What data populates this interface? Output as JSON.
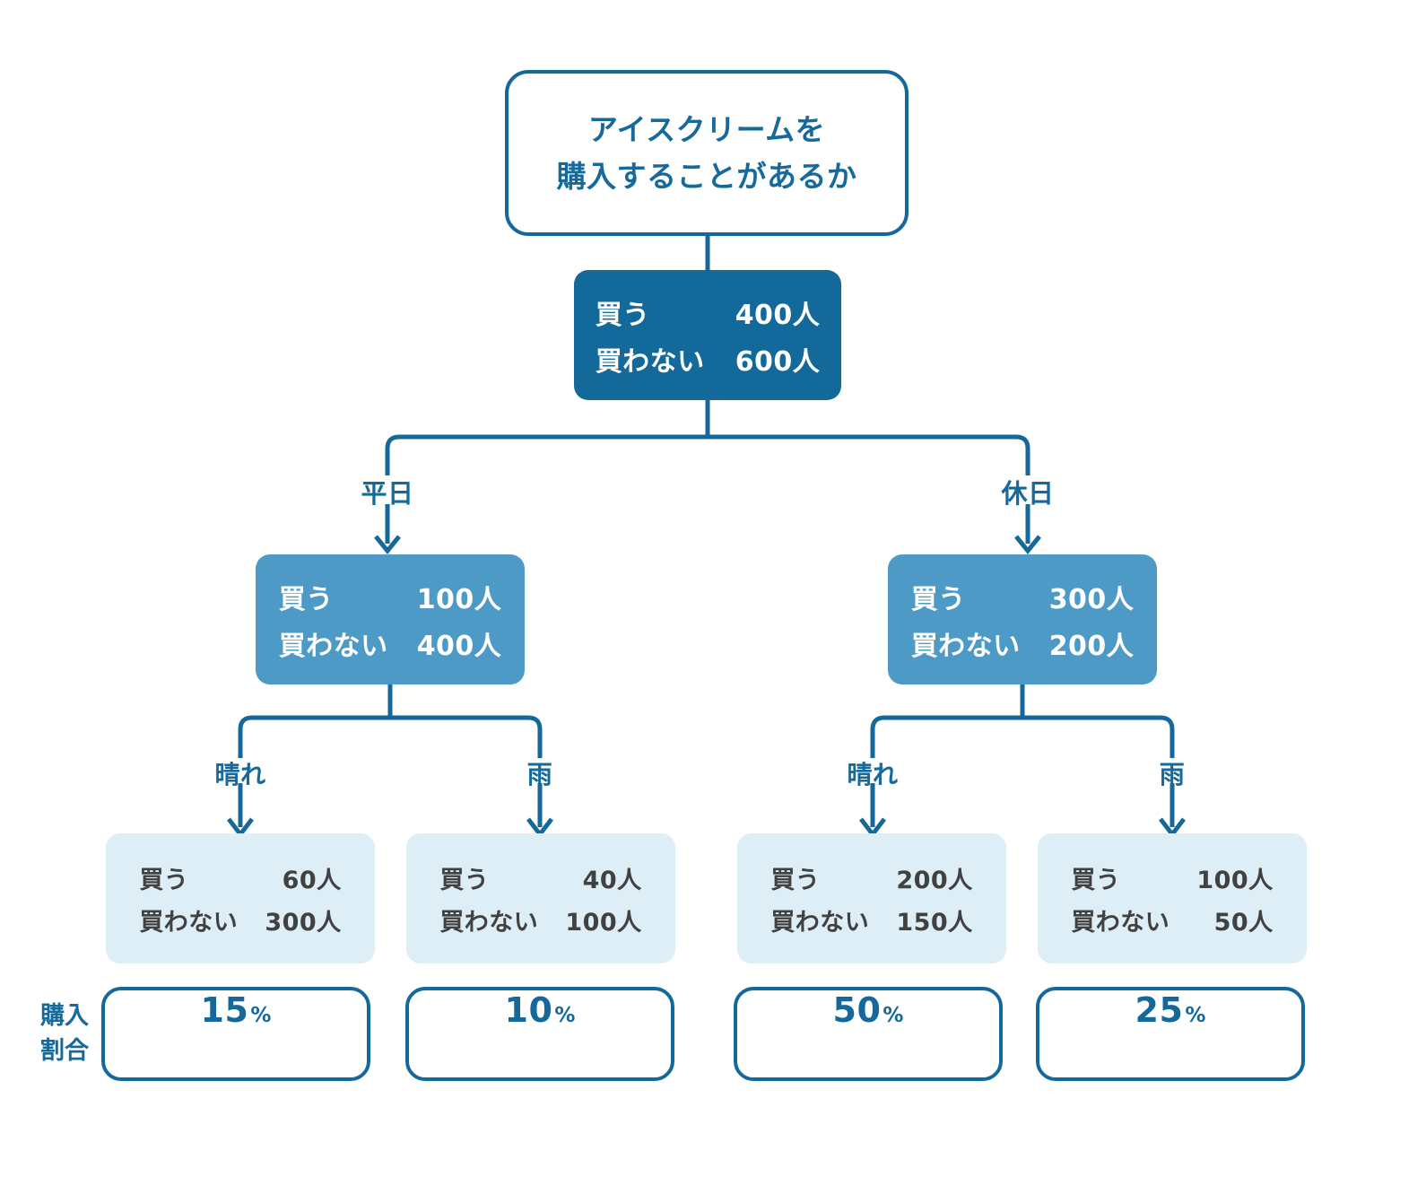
{
  "colors": {
    "dark_blue": "#12699A",
    "medium_blue": "#4E9AC6",
    "light_blue": "#DDEEF7",
    "leaf_text": "#414141",
    "outline_blue": "#14699A",
    "background": "#FFFFFF"
  },
  "diagram": {
    "type": "decision-tree",
    "root": {
      "line1": "アイスクリームを",
      "line2": "購入することがあるか"
    },
    "total": {
      "buy_label": "買う",
      "buy_value": "400人",
      "nobuy_label": "買わない",
      "nobuy_value": "600人"
    },
    "branch_labels_level1": [
      "平日",
      "休日"
    ],
    "level1": [
      {
        "branch": "平日",
        "buy_label": "買う",
        "buy_value": "100人",
        "nobuy_label": "買わない",
        "nobuy_value": "400人"
      },
      {
        "branch": "休日",
        "buy_label": "買う",
        "buy_value": "300人",
        "nobuy_label": "買わない",
        "nobuy_value": "200人"
      }
    ],
    "branch_labels_level2": [
      "晴れ",
      "雨",
      "晴れ",
      "雨"
    ],
    "leaves": [
      {
        "branch": "晴れ",
        "buy_label": "買う",
        "buy_value": "60人",
        "nobuy_label": "買わない",
        "nobuy_value": "300人",
        "rate_number": "15",
        "rate_symbol": "%"
      },
      {
        "branch": "雨",
        "buy_label": "買う",
        "buy_value": "40人",
        "nobuy_label": "買わない",
        "nobuy_value": "100人",
        "rate_number": "10",
        "rate_symbol": "%"
      },
      {
        "branch": "晴れ",
        "buy_label": "買う",
        "buy_value": "200人",
        "nobuy_label": "買わない",
        "nobuy_value": "150人",
        "rate_number": "50",
        "rate_symbol": "%"
      },
      {
        "branch": "雨",
        "buy_label": "買う",
        "buy_value": "100人",
        "nobuy_label": "買わない",
        "nobuy_value": "50人",
        "rate_number": "25",
        "rate_symbol": "%"
      }
    ],
    "axis_caption": {
      "line1": "購入",
      "line2": "割合"
    }
  }
}
